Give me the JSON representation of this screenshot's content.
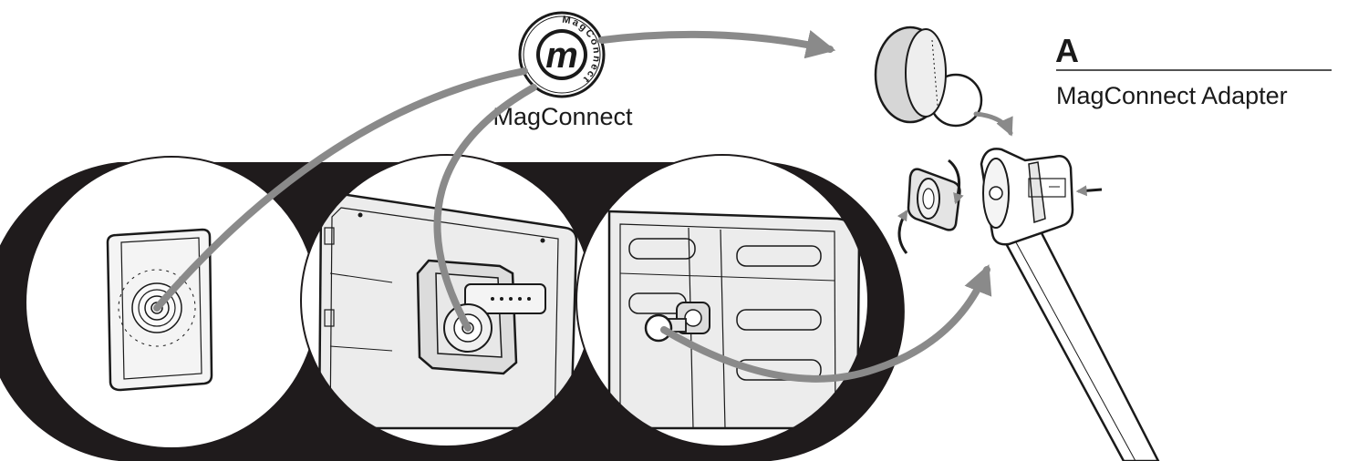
{
  "logo": {
    "ring_text": "MagConnect",
    "letter": "m"
  },
  "labels": {
    "mount_name": "MagConnect",
    "part_letter": "A",
    "part_name": "MagConnect Adapter"
  },
  "colors": {
    "arrow": "#8a8a8a",
    "band": "#1f1b1c",
    "line": "#1a1a1a"
  }
}
